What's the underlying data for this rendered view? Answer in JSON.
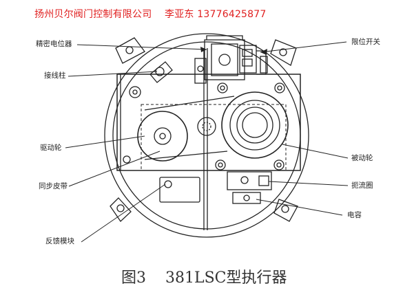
{
  "header": {
    "company": "扬州贝尔阀门控制有限公司",
    "contact": "李亚东",
    "phone": "13776425877"
  },
  "labels": {
    "precision_potentiometer": "精密电位器",
    "terminal_post": "接线柱",
    "drive_wheel": "驱动轮",
    "sync_belt": "同步皮带",
    "feedback_plate": "反馈模块",
    "limit_switch": "限位开关",
    "driven_wheel": "被动轮",
    "choke_coil": "扼流圈",
    "capacitor": "电容"
  },
  "caption": {
    "figure": "图3",
    "title": "381LSC型执行器"
  }
}
